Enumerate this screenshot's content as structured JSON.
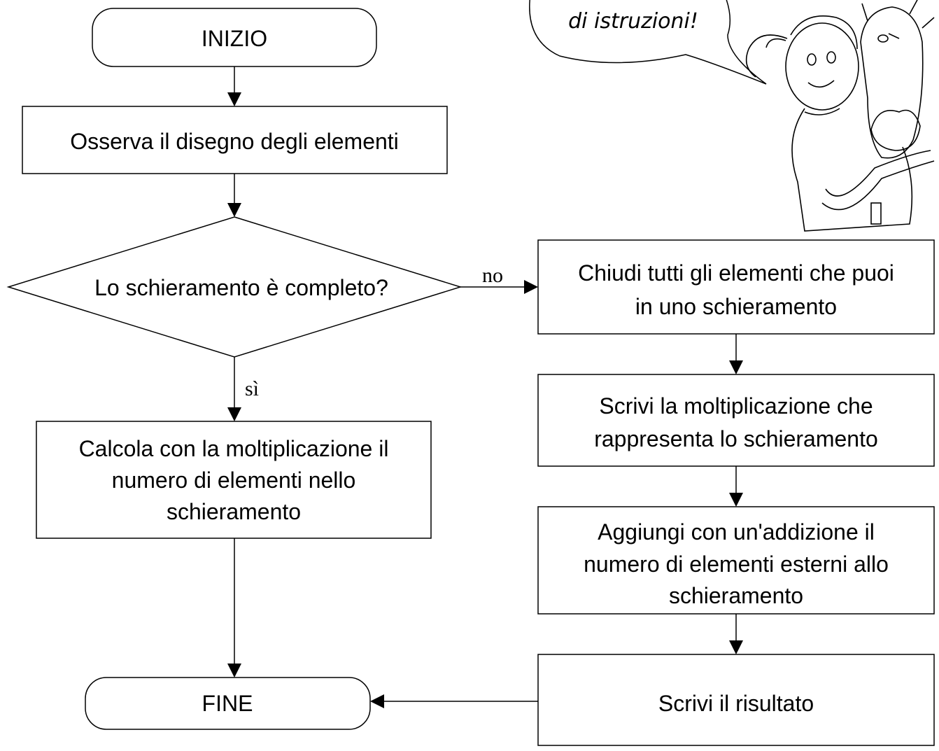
{
  "flowchart": {
    "start": "INIZIO",
    "observe": "Osserva il disegno degli elementi",
    "decision": "Lo schieramento è completo?",
    "label_yes": "sì",
    "label_no": "no",
    "compute": [
      "Calcola con la moltiplicazione il",
      "numero di elementi nello",
      "schieramento"
    ],
    "close": [
      "Chiudi tutti gli elementi che puoi",
      "in uno schieramento"
    ],
    "write_mult": [
      "Scrivi la moltiplicazione che",
      "rappresenta lo schieramento"
    ],
    "add": [
      "Aggiungi con un'addizione il",
      "numero di elementi esterni allo",
      "schieramento"
    ],
    "result": "Scrivi il risultato",
    "end": "FINE"
  },
  "speech_bubble": {
    "text": "di istruzioni!"
  },
  "colors": {
    "stroke": "#000000",
    "background": "#ffffff"
  }
}
